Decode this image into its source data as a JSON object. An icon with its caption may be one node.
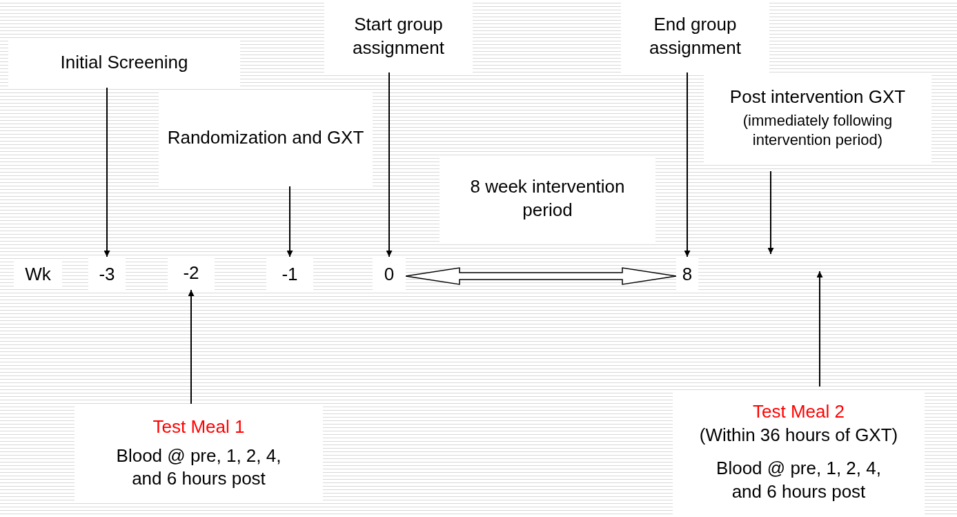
{
  "diagram": {
    "nodes": [
      {
        "text": [
          "Initial Screening"
        ]
      },
      {
        "text": [
          "Randomization and GXT"
        ]
      },
      {
        "text": [
          "Start group assignment"
        ]
      },
      {
        "text": [
          "8 week intervention period"
        ]
      },
      {
        "text": [
          "End group assignment"
        ]
      },
      {
        "text": [
          "Post intervention GXT",
          "(immediately following intervention period)"
        ]
      },
      {
        "text": [
          "-3"
        ]
      },
      {
        "text": [
          "-2"
        ]
      },
      {
        "text": [
          "-1"
        ]
      },
      {
        "text": [
          "0"
        ]
      },
      {
        "text": [
          "8"
        ]
      },
      {
        "text": [
          "Test Meal 1",
          "Blood @ pre, 1, 2, 4, and 6 hours post"
        ]
      },
      {
        "text": [
          "Test Meal 2",
          "(Within 36 hours of GXT)",
          "Blood @ pre, 1, 2, 4, and 6 hours post"
        ]
      }
    ],
    "edges": [
      {
        "from": 0,
        "to": 6,
        "arrow": "to"
      },
      {
        "from": 1,
        "to": 8,
        "arrow": "to"
      },
      {
        "from": 2,
        "to": 9,
        "arrow": "to"
      },
      {
        "from": 4,
        "to": 10,
        "arrow": "to"
      },
      {
        "from": 5,
        "to": null,
        "arrow": "to"
      },
      {
        "from": 11,
        "to": 7,
        "arrow": "to"
      },
      {
        "from": 12,
        "to": null,
        "arrow": "to"
      },
      {
        "from": 9,
        "to": 10,
        "arrow": "both",
        "style": "thick"
      }
    ],
    "labels": [
      "Wk"
    ]
  }
}
